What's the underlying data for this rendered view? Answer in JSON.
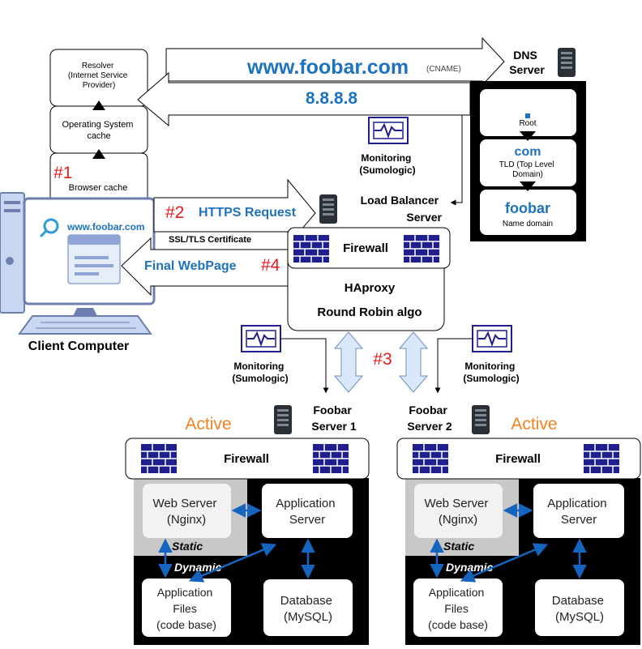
{
  "dns": {
    "resolver_lines": [
      "Resolver",
      "(Internet Service",
      "Provider)"
    ],
    "os_cache_lines": [
      "Operating System",
      "cache"
    ],
    "browser_cache": "Browser cache",
    "step1": "#1",
    "query_domain": "www.foobar.com",
    "query_type": "(CNAME)",
    "answer_ip": "8.8.8.8",
    "server_lines": [
      "DNS",
      "Server"
    ],
    "root": "Root",
    "tld_code": "com",
    "tld_lines": [
      "TLD (Top Level",
      "Domain)"
    ],
    "name_domain_code": "foobar",
    "name_domain_label": "Name domain"
  },
  "client": {
    "label": "Client Computer",
    "browser_url": "www.foobar.com"
  },
  "requests": {
    "step2": "#2",
    "https_request": "HTTPS Request",
    "ssl_cert": "SSL/TLS Certificate",
    "final_page": "Final WebPage",
    "step4": "#4",
    "step3": "#3"
  },
  "load_balancer": {
    "title_lines": [
      "Load Balancer",
      "Server"
    ],
    "firewall": "Firewall",
    "software": "HAproxy",
    "algorithm": "Round Robin algo"
  },
  "monitoring": {
    "lines": [
      "Monitoring",
      "(Sumologic)"
    ]
  },
  "servers": [
    {
      "title_lines": [
        "Foobar",
        "Server 1"
      ],
      "status": "Active",
      "firewall": "Firewall",
      "web_server_lines": [
        "Web Server",
        "(Nginx)"
      ],
      "app_server_lines": [
        "Application",
        "Server"
      ],
      "static_label": "Static",
      "dynamic_label": "Dynamic",
      "app_files_lines": [
        "Application",
        "Files",
        "(code base)"
      ],
      "database_lines": [
        "Database",
        "(MySQL)"
      ]
    },
    {
      "title_lines": [
        "Foobar",
        "Server 2"
      ],
      "status": "Active",
      "firewall": "Firewall",
      "web_server_lines": [
        "Web Server",
        "(Nginx)"
      ],
      "app_server_lines": [
        "Application",
        "Server"
      ],
      "static_label": "Static",
      "dynamic_label": "Dynamic",
      "app_files_lines": [
        "Application",
        "Files",
        "(code base)"
      ],
      "database_lines": [
        "Database",
        "(MySQL)"
      ]
    }
  ],
  "colors": {
    "blue_text": "#1E73BE",
    "red_text": "#E41B1B",
    "orange_text": "#F5821F",
    "navy": "#1F1F8F",
    "server_icon": "#2B2F36",
    "light_blue_arrow": "#DAE8FC",
    "gray_panel": "#C8C8C8"
  }
}
